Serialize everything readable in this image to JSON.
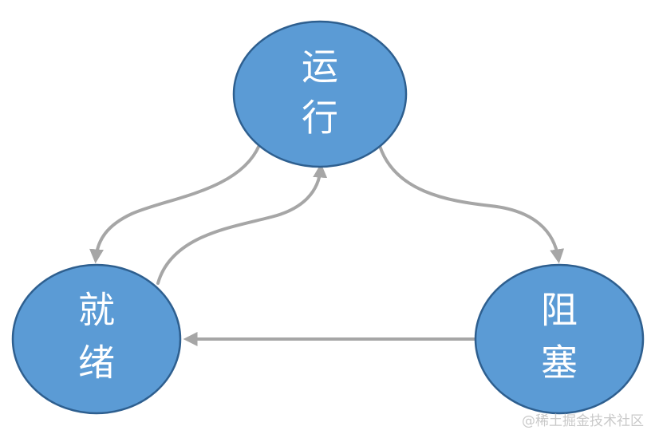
{
  "colors": {
    "node_fill": "#5b9bd5",
    "node_stroke": "#2e5f8f",
    "arrow": "#a6a6a6",
    "label": "#ffffff",
    "watermark": "#c9c9c9"
  },
  "nodes": {
    "running": {
      "line1": "运",
      "line2": "行"
    },
    "ready": {
      "line1": "就",
      "line2": "绪"
    },
    "blocked": {
      "line1": "阻",
      "line2": "塞"
    }
  },
  "watermark": "@稀土掘金技术社区"
}
